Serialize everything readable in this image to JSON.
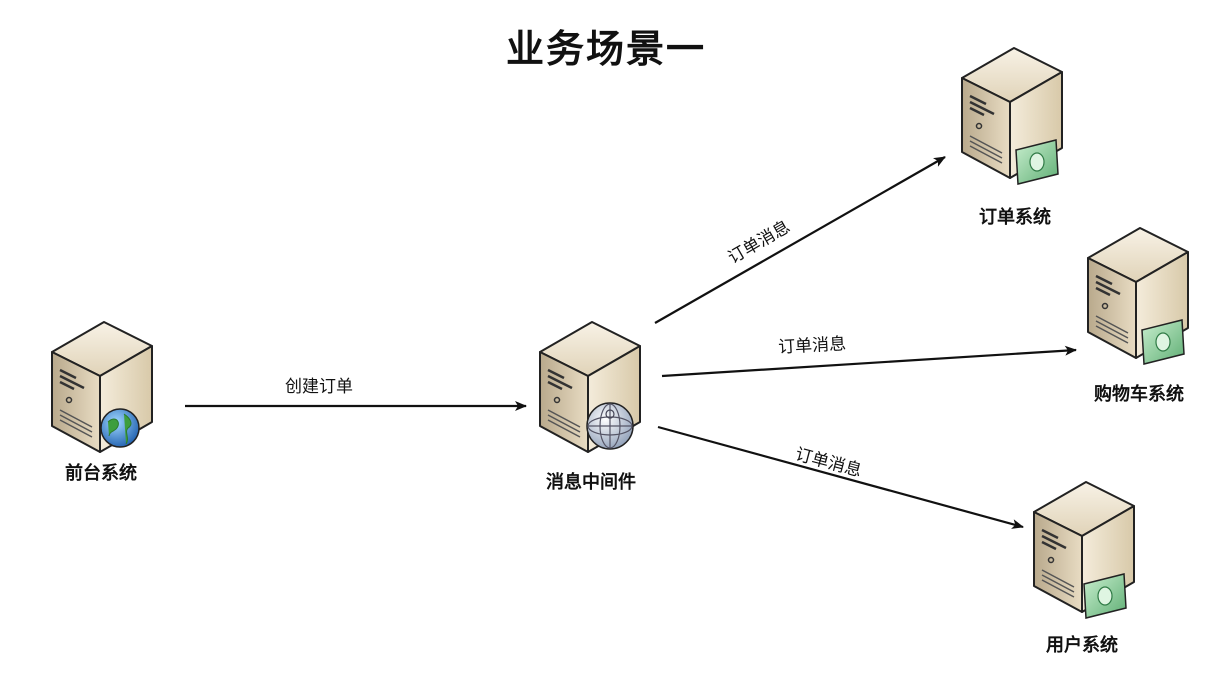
{
  "title": "业务场景一",
  "nodes": [
    {
      "id": "frontend",
      "label": "前台系统",
      "badge": "globe-icon"
    },
    {
      "id": "mq",
      "label": "消息中间件",
      "badge": "network-globe-icon"
    },
    {
      "id": "order",
      "label": "订单系统",
      "badge": "money-icon"
    },
    {
      "id": "cart",
      "label": "购物车系统",
      "badge": "money-icon"
    },
    {
      "id": "user",
      "label": "用户系统",
      "badge": "money-icon"
    }
  ],
  "edges": [
    {
      "from": "frontend",
      "to": "mq",
      "label": "创建订单"
    },
    {
      "from": "mq",
      "to": "order",
      "label": "订单消息"
    },
    {
      "from": "mq",
      "to": "cart",
      "label": "订单消息"
    },
    {
      "from": "mq",
      "to": "user",
      "label": "订单消息"
    }
  ]
}
